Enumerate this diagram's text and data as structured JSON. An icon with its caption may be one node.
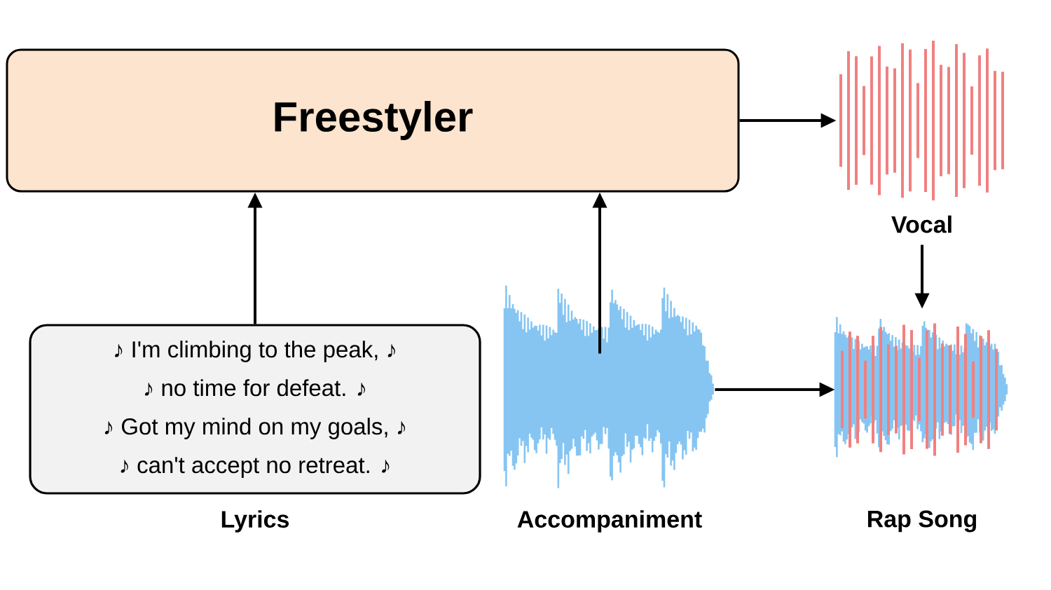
{
  "diagram": {
    "nodes": [
      {
        "text": [
          "Freestyler"
        ]
      },
      {
        "text": [
          "♪ I'm climbing to the peak, ♪",
          "♪ no time for defeat. ♪",
          "♪ Got my mind on my goals, ♪",
          "♪ can't accept no retreat. ♪"
        ],
        "beside": [
          "Lyrics"
        ]
      },
      {
        "text": [],
        "shape": "picture",
        "beside": [
          "Accompaniment"
        ]
      },
      {
        "text": [],
        "shape": "picture",
        "beside": [
          "Vocal"
        ]
      },
      {
        "text": [],
        "shape": "picture",
        "beside": [
          "Rap Song"
        ]
      }
    ],
    "edges": [
      {
        "from": 1,
        "to": 0,
        "arrow": "to"
      },
      {
        "from": 2,
        "to": 0,
        "arrow": "to"
      },
      {
        "from": 0,
        "to": 3,
        "arrow": "to"
      },
      {
        "from": 3,
        "to": 4,
        "arrow": "to"
      },
      {
        "from": 2,
        "to": 4,
        "arrow": "to"
      }
    ]
  }
}
